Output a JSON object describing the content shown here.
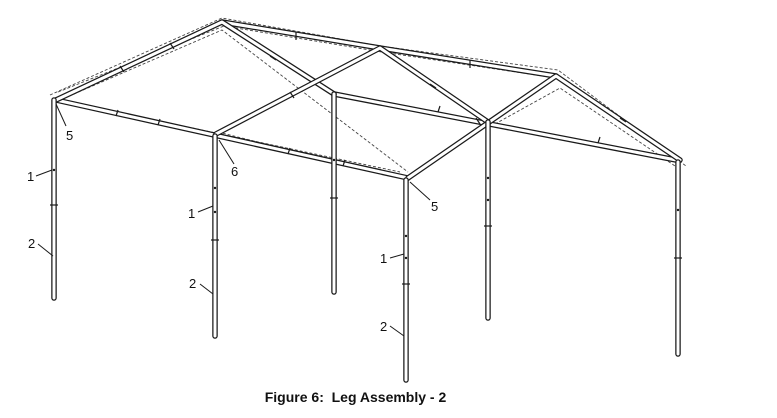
{
  "figure": {
    "caption": "Figure 6:  Leg Assembly - 2",
    "part_callouts": [
      "5",
      "6",
      "5",
      "1",
      "2",
      "1",
      "2",
      "1",
      "2"
    ]
  }
}
